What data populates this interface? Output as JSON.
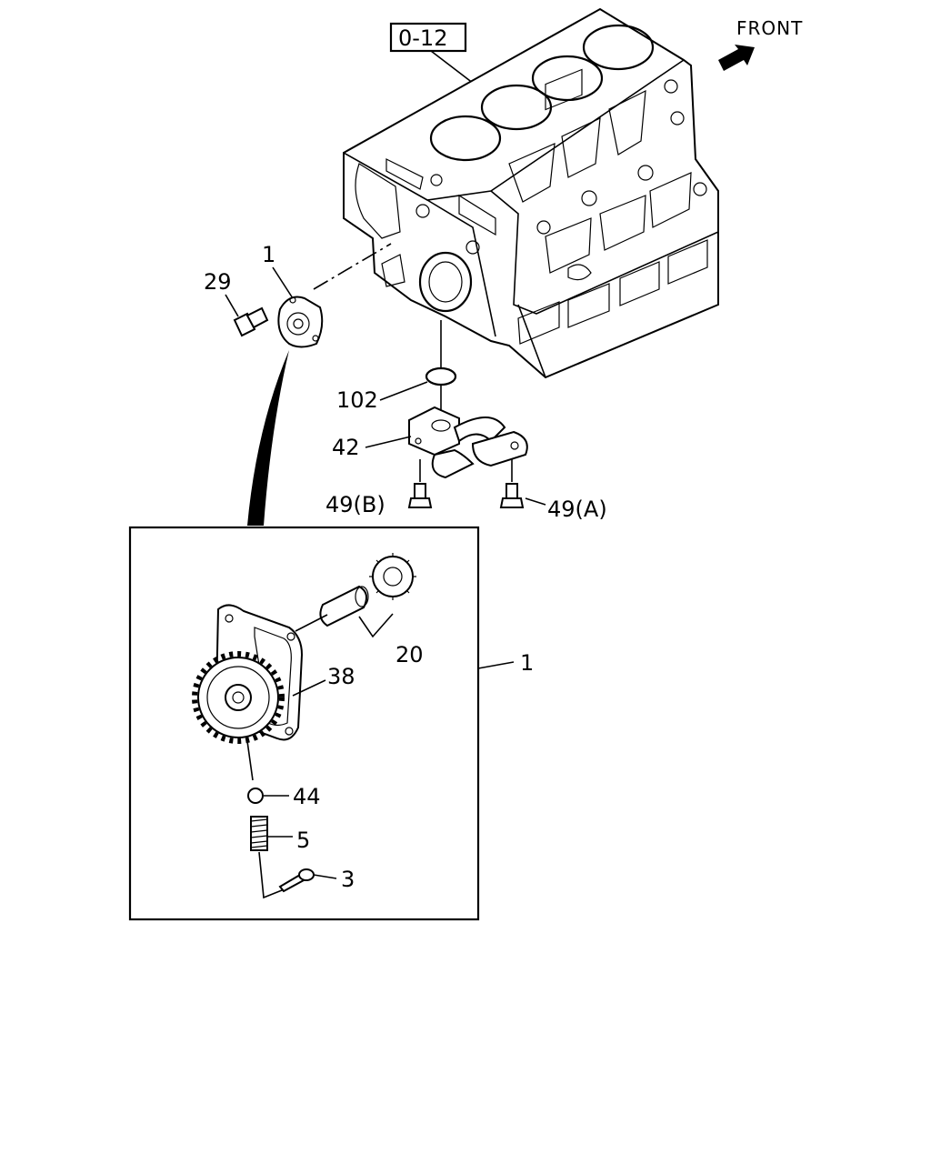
{
  "reference_box": "0-12",
  "front_label": "FRONT",
  "callouts": {
    "c29": "29",
    "c1_top": "1",
    "c102": "102",
    "c42": "42",
    "c49b": "49(B)",
    "c49a": "49(A)",
    "c20": "20",
    "c38": "38",
    "c1_detail": "1",
    "c44": "44",
    "c5": "5",
    "c3": "3"
  }
}
